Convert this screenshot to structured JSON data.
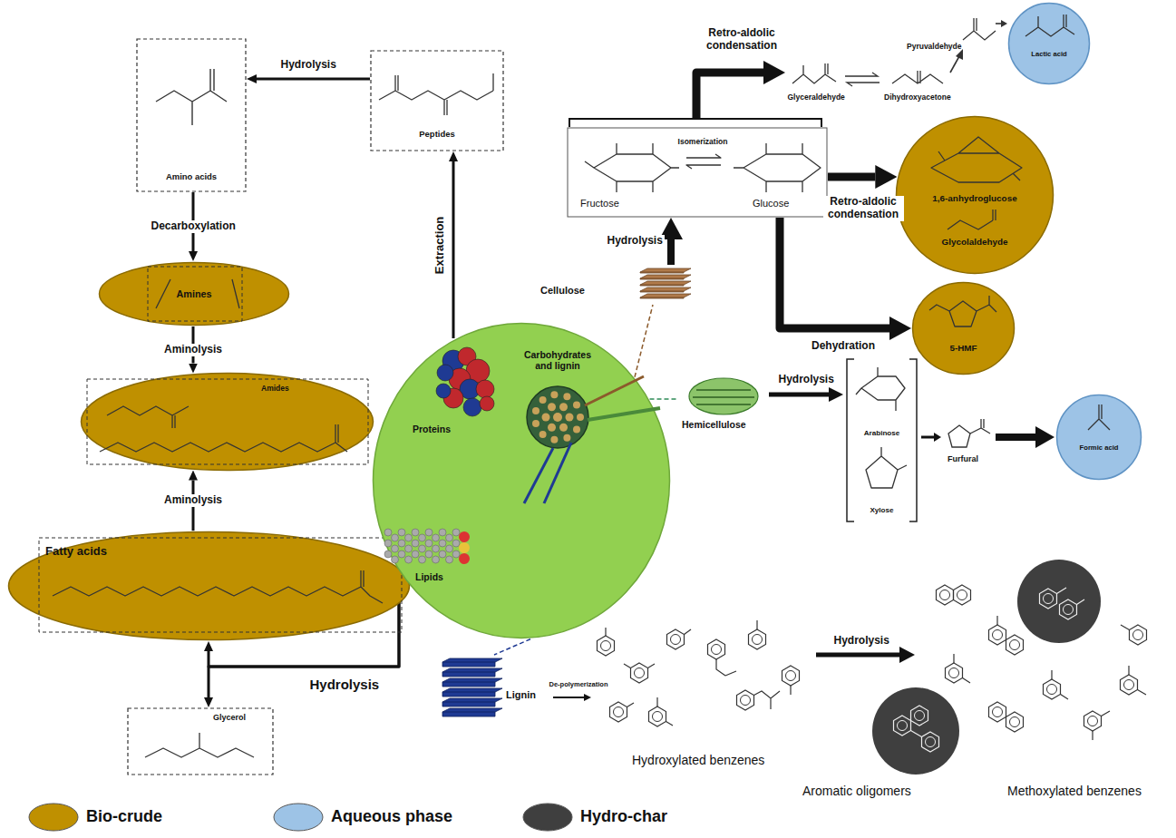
{
  "diagram": {
    "nodes": [
      {
        "text": [
          "Amino acids"
        ]
      },
      {
        "text": [
          "Peptides"
        ]
      },
      {
        "text": [
          "Amines"
        ]
      },
      {
        "text": [
          "Amides"
        ]
      },
      {
        "text": [
          "Fatty acids"
        ]
      },
      {
        "text": [
          "Glycerol"
        ]
      },
      {
        "text": [
          "Carbohydrates and lignin"
        ]
      },
      {
        "text": [
          "Proteins"
        ],
        "in": 6
      },
      {
        "text": [
          "Lipids"
        ],
        "in": 6
      },
      {
        "text": [
          "Cellulose"
        ]
      },
      {
        "text": [
          "Fructose",
          "Isomerization",
          "Glucose"
        ]
      },
      {
        "text": [
          "Lactic acid"
        ]
      },
      {
        "text": [
          "1,6-anhydroglucose",
          "Glycolaldehyde"
        ]
      },
      {
        "text": [
          "5-HMF"
        ]
      },
      {
        "text": [
          "Hemicellulose"
        ]
      },
      {
        "text": [
          "Arabinose",
          "Xylose"
        ]
      },
      {
        "text": [
          "Formic acid"
        ]
      },
      {
        "text": [
          "Lignin"
        ]
      }
    ],
    "edges": [
      {
        "from": 1,
        "to": 0,
        "label": "Hydrolysis",
        "arrow": "to"
      },
      {
        "from": 0,
        "to": 2,
        "label": "Decarboxylation",
        "arrow": "to"
      },
      {
        "from": 2,
        "to": 3,
        "label": "Aminolysis",
        "arrow": "to"
      },
      {
        "from": 4,
        "to": 3,
        "label": "Aminolysis",
        "arrow": "to"
      },
      {
        "from": 8,
        "to": 4,
        "label": "Hydrolysis",
        "arrow": "to"
      },
      {
        "from": 8,
        "to": 5,
        "arrow": "to"
      },
      {
        "from": 7,
        "to": 1,
        "label": "Extraction",
        "arrow": "to"
      },
      {
        "from": 6,
        "to": 9,
        "arrow": "none"
      },
      {
        "from": 6,
        "to": 14,
        "arrow": "none"
      },
      {
        "from": 6,
        "to": 17,
        "arrow": "none"
      },
      {
        "from": 9,
        "to": 10,
        "label": "Hydrolysis",
        "arrow": "to"
      },
      {
        "from": 10,
        "to": 12,
        "label": "Retro-aldolic condensation",
        "arrow": "to"
      },
      {
        "from": 10,
        "to": 13,
        "label": "Dehydration",
        "arrow": "to"
      },
      {
        "from": 14,
        "to": 15,
        "label": "Hydrolysis",
        "arrow": "to"
      }
    ],
    "labels": [
      "Retro-aldolic condensation",
      "Pyruvaldehyde",
      "Glyceraldehyde",
      "Dihydroxyacetone",
      "Furfural",
      "De-polymerization",
      "Hydrolysis",
      "Hydroxylated benzenes",
      "Aromatic oligomers",
      "Methoxylated benzenes"
    ],
    "legend": [
      {
        "text": "Bio-crude",
        "color": "#BF9000"
      },
      {
        "text": "Aqueous phase",
        "color": "#9DC3E6"
      },
      {
        "text": "Hydro-char",
        "color": "#3F3F3F"
      }
    ]
  }
}
